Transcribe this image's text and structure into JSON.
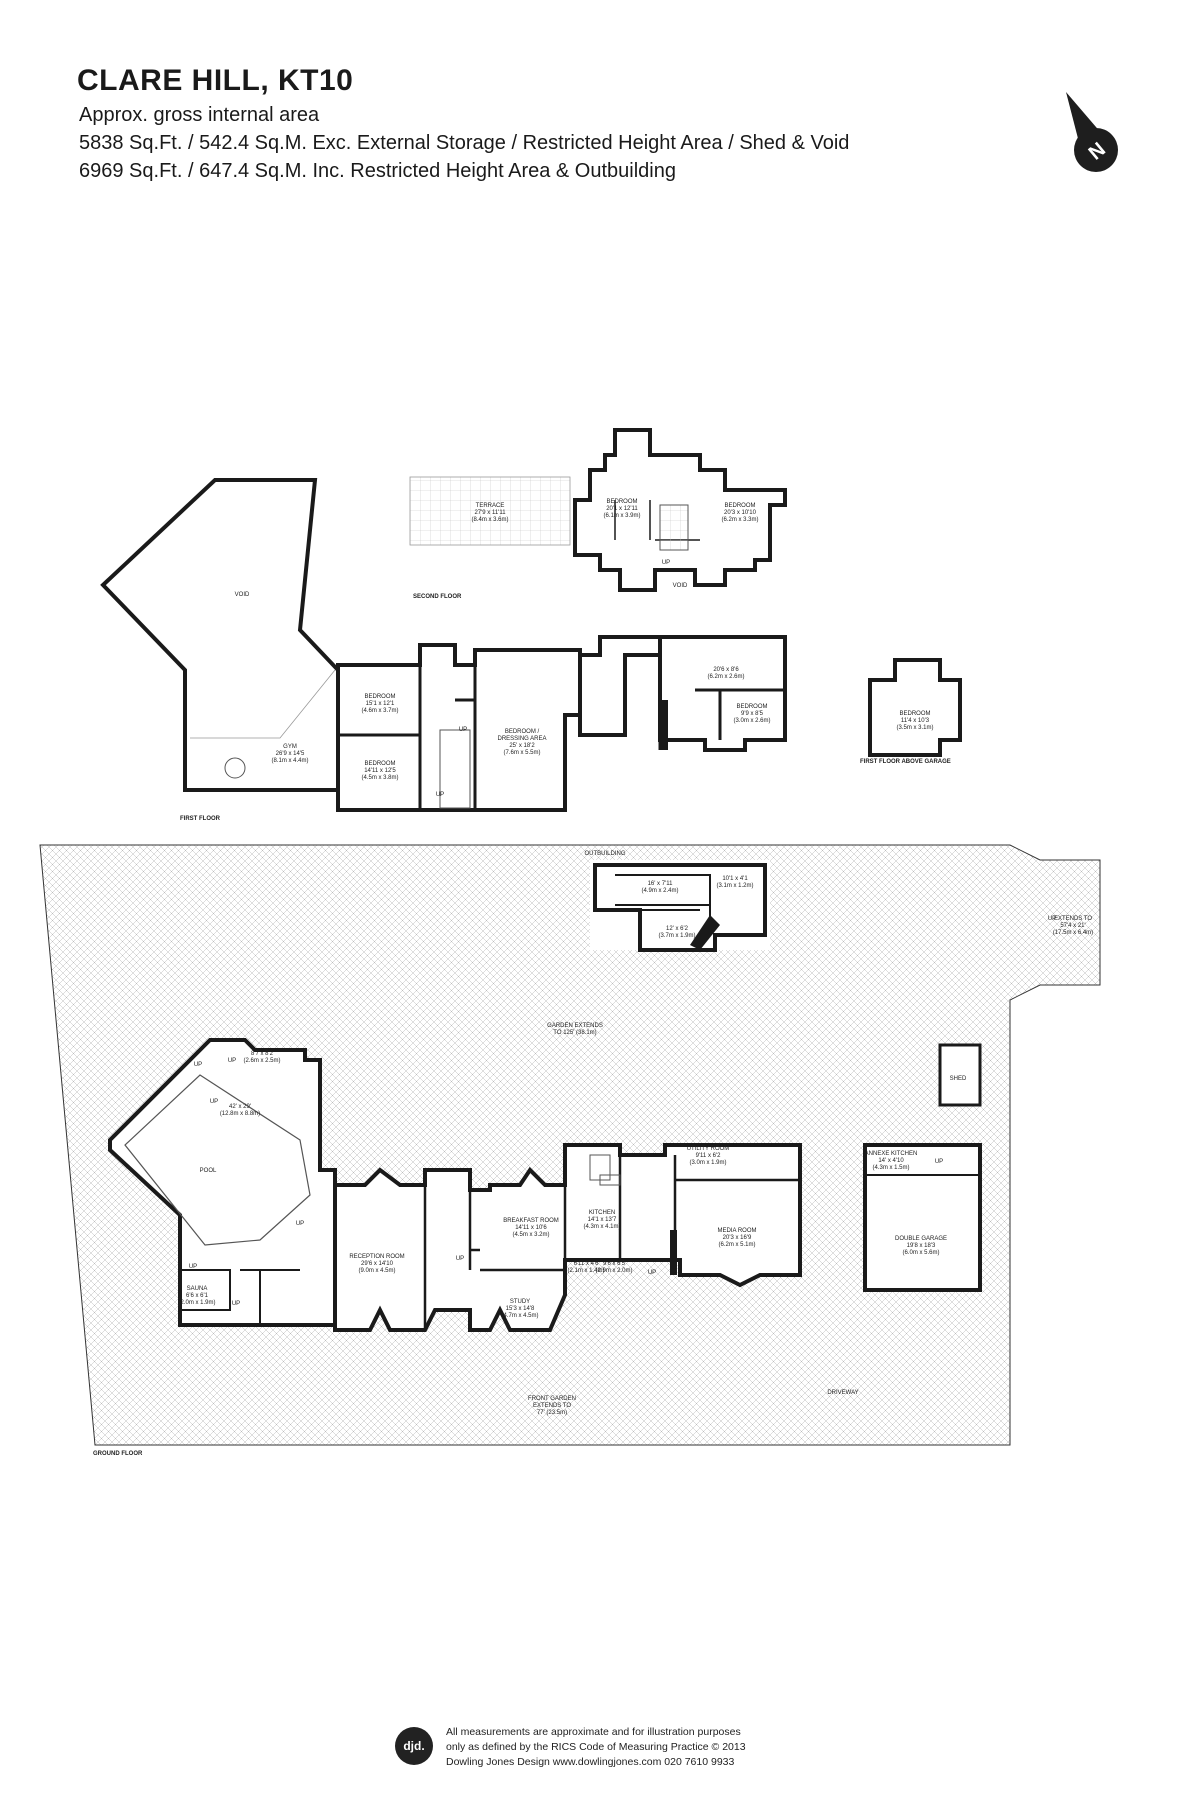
{
  "header": {
    "title": "CLARE HILL, KT10",
    "line1": "Approx. gross internal area",
    "line2": "5838 Sq.Ft. / 542.4 Sq.M. Exc. External Storage / Restricted Height Area / Shed & Void",
    "line3": "6969 Sq.Ft. / 647.4 Sq.M. Inc. Restricted Height Area & Outbuilding"
  },
  "compass": {
    "letter": "N",
    "icon": "north-arrow-icon"
  },
  "floors": {
    "second": "SECOND FLOOR",
    "first": "FIRST FLOOR",
    "first_above_garage": "FIRST FLOOR ABOVE GARAGE",
    "ground": "GROUND FLOOR"
  },
  "rooms": {
    "terrace": [
      "TERRACE",
      "27'9 x 11'11",
      "(8.4m x 3.6m)"
    ],
    "sf_bed1": [
      "BEDROOM",
      "20'1 x 12'11",
      "(6.1m x 3.9m)"
    ],
    "sf_bed2": [
      "BEDROOM",
      "20'3 x 10'10",
      "(6.2m x 3.3m)"
    ],
    "sf_void": [
      "VOID"
    ],
    "sf_up": [
      "UP"
    ],
    "void": [
      "VOID"
    ],
    "gym": [
      "GYM",
      "26'9 x 14'5",
      "(8.1m x 4.4m)"
    ],
    "ff_bed1": [
      "BEDROOM",
      "15'1 x 12'1",
      "(4.6m x 3.7m)"
    ],
    "ff_bed2": [
      "BEDROOM",
      "14'11 x 12'5",
      "(4.5m x 3.8m)"
    ],
    "ff_dressing": [
      "BEDROOM /",
      "DRESSING AREA",
      "25' x 18'2",
      "(7.6m x 5.5m)"
    ],
    "ff_room": [
      "20'6 x 8'6",
      "(6.2m x 2.6m)"
    ],
    "ff_bed3": [
      "BEDROOM",
      "9'9 x 8'5",
      "(3.0m x 2.6m)"
    ],
    "garage_bed": [
      "BEDROOM",
      "11'4 x 10'3",
      "(3.5m x 3.1m)"
    ],
    "ff_up1": [
      "UP"
    ],
    "ff_up2": [
      "UP"
    ],
    "outbuilding": [
      "OUTBUILDING"
    ],
    "ob_room1": [
      "16' x 7'11",
      "(4.9m x 2.4m)"
    ],
    "ob_room2": [
      "12' x 6'2",
      "(3.7m x 1.9m)"
    ],
    "ob_room3": [
      "10'1 x 4'1",
      "(3.1m x 1.2m)"
    ],
    "extends": [
      "EXTENDS TO",
      "57'4 x 21'",
      "(17.5m x 6.4m)"
    ],
    "ext_up": [
      "UP"
    ],
    "garden": [
      "GARDEN EXTENDS",
      "TO 125' (38.1m)"
    ],
    "shed": [
      "SHED"
    ],
    "pool_store": [
      "8'7 x 8'2",
      "(2.6m x 2.5m)"
    ],
    "pool_hall": [
      "42' x 29'",
      "(12.8m x 8.8m)"
    ],
    "pool": [
      "POOL"
    ],
    "sauna": [
      "SAUNA",
      "6'6 x 6'1",
      "(2.0m x 1.9m)"
    ],
    "reception": [
      "RECEPTION ROOM",
      "29'6 x 14'10",
      "(9.0m x 4.5m)"
    ],
    "breakfast": [
      "BREAKFAST ROOM",
      "14'11 x 10'6",
      "(4.5m x 3.2m)"
    ],
    "kitchen": [
      "KITCHEN",
      "14'1 x 13'7",
      "(4.3m x 4.1m)"
    ],
    "utility": [
      "UTILITY ROOM",
      "9'11 x 6'2",
      "(3.0m x 1.9m)"
    ],
    "media": [
      "MEDIA ROOM",
      "20'3 x 16'9",
      "(6.2m x 5.1m)"
    ],
    "annexe": [
      "ANNEXE KITCHEN",
      "14' x 4'10",
      "(4.3m x 1.5m)"
    ],
    "garage": [
      "DOUBLE GARAGE",
      "19'8 x 18'3",
      "(6.0m x 5.6m)"
    ],
    "study": [
      "STUDY",
      "15'3 x 14'8",
      "(4.7m x 4.5m)"
    ],
    "store1": [
      "6'11 x 4'6",
      "(2.1m x 1.4m)"
    ],
    "store2": [
      "9'6 x 6'5",
      "(2.9m x 2.0m)"
    ],
    "front_garden": [
      "FRONT GARDEN",
      "EXTENDS TO",
      "77' (23.5m)"
    ],
    "driveway": [
      "DRIVEWAY"
    ],
    "gf_up1": [
      "UP"
    ],
    "gf_up2": [
      "UP"
    ],
    "gf_up3": [
      "UP"
    ],
    "gf_up4": [
      "UP"
    ],
    "gf_up5": [
      "UP"
    ],
    "gf_up6": [
      "UP"
    ],
    "gf_up7": [
      "UP"
    ],
    "gf_up8": [
      "UP"
    ],
    "gf_up9": [
      "UP"
    ]
  },
  "footer": {
    "logo": "djd.",
    "line1": "All measurements are approximate and for illustration purposes",
    "line2": "only as defined by the RICS Code of Measuring Practice © 2013",
    "line3": "Dowling Jones Design www.dowlingjones.com 020 7610 9933"
  }
}
